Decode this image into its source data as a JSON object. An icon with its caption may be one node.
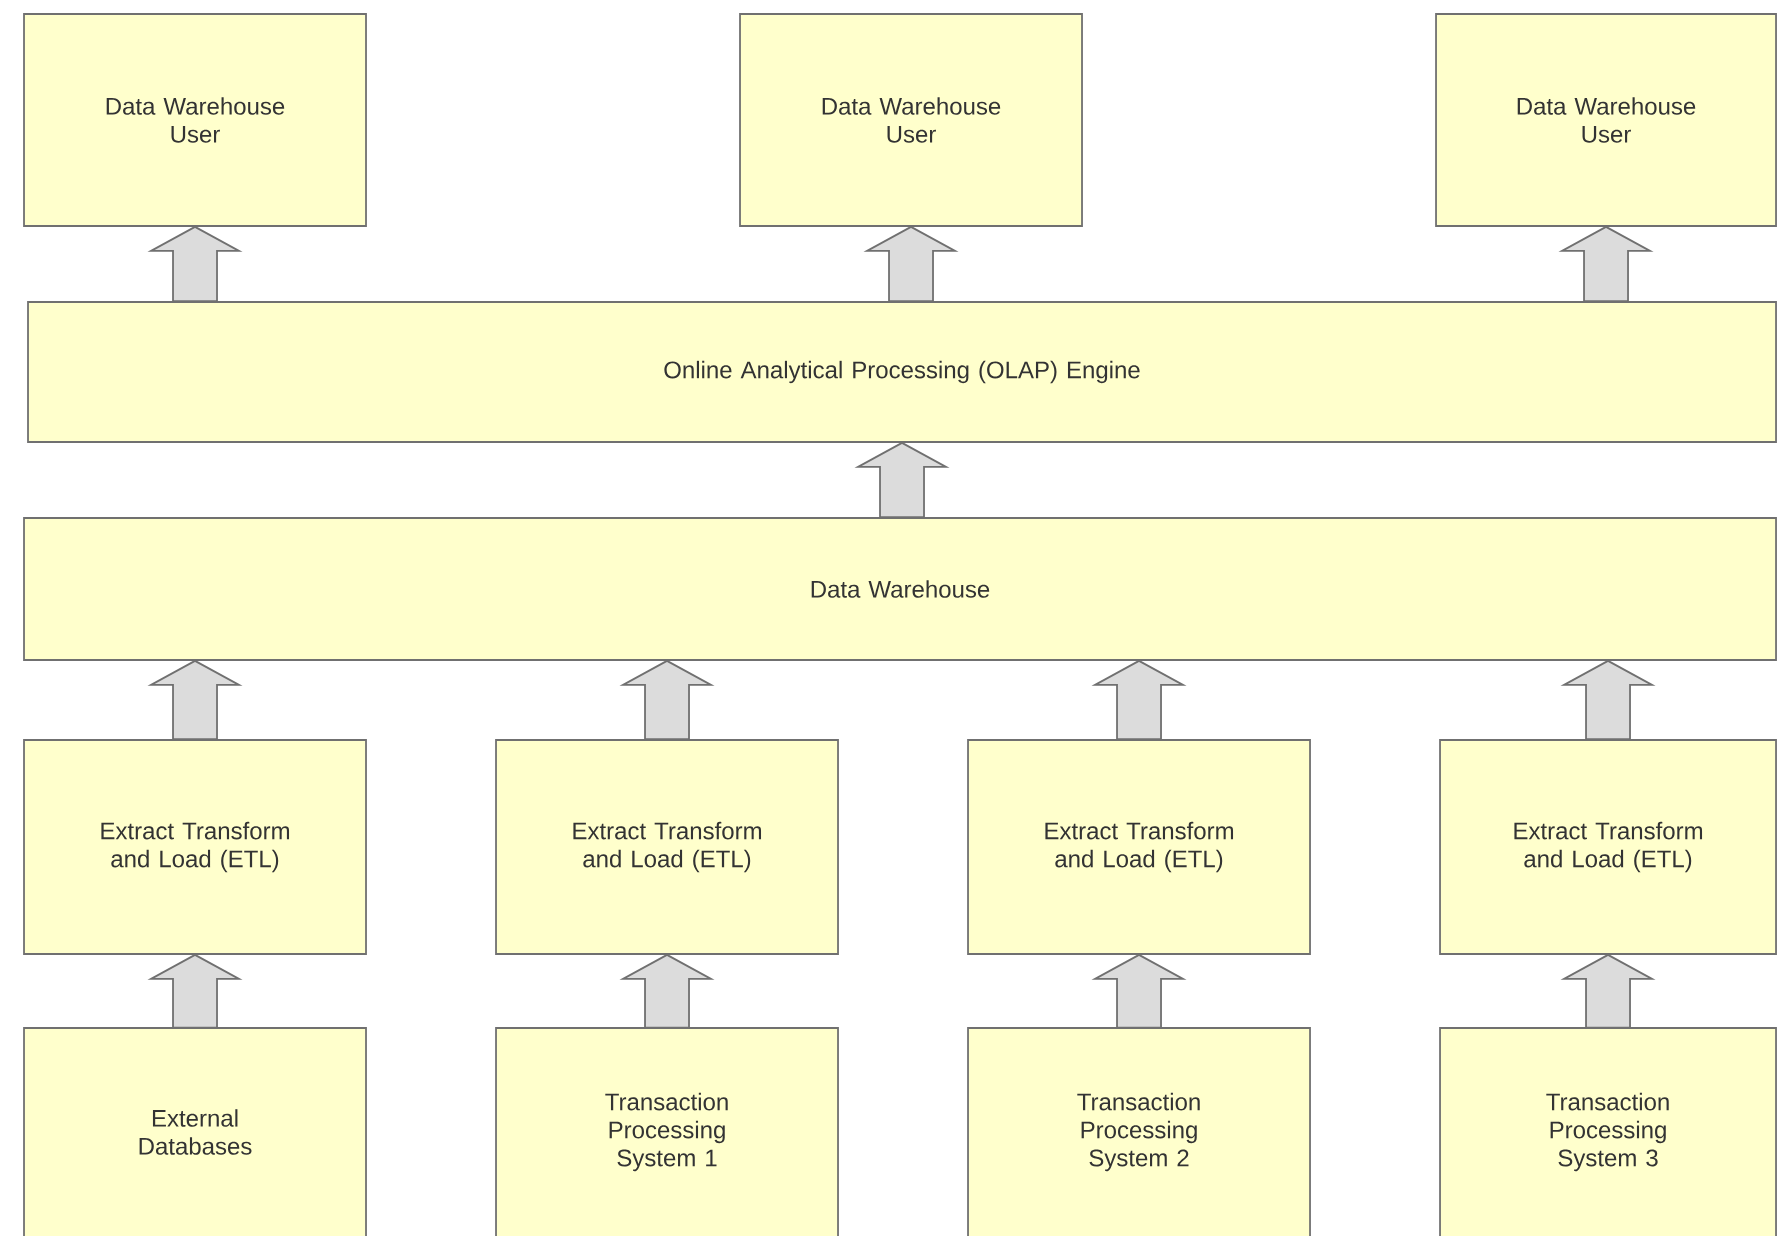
{
  "diagram": {
    "nodes": [
      {
        "text": [
          "Data Warehouse User"
        ]
      },
      {
        "text": [
          "Data Warehouse User"
        ]
      },
      {
        "text": [
          "Data Warehouse User"
        ]
      },
      {
        "text": [
          "Online Analytical Processing (OLAP) Engine"
        ]
      },
      {
        "text": [
          "Data Warehouse"
        ]
      },
      {
        "text": [
          "Extract Transform and Load (ETL)"
        ]
      },
      {
        "text": [
          "Extract Transform and Load (ETL)"
        ]
      },
      {
        "text": [
          "Extract Transform and Load (ETL)"
        ]
      },
      {
        "text": [
          "Extract Transform and Load (ETL)"
        ]
      },
      {
        "text": [
          "External Databases"
        ]
      },
      {
        "text": [
          "Transaction Processing System 1"
        ]
      },
      {
        "text": [
          "Transaction Processing System 2"
        ]
      },
      {
        "text": [
          "Transaction Processing System 3"
        ]
      }
    ],
    "edges": [
      {
        "from": 3,
        "to": 0,
        "arrow": "to"
      },
      {
        "from": 3,
        "to": 1,
        "arrow": "to"
      },
      {
        "from": 3,
        "to": 2,
        "arrow": "to"
      },
      {
        "from": 4,
        "to": 3,
        "arrow": "to"
      },
      {
        "from": 5,
        "to": 4,
        "arrow": "to"
      },
      {
        "from": 6,
        "to": 4,
        "arrow": "to"
      },
      {
        "from": 7,
        "to": 4,
        "arrow": "to"
      },
      {
        "from": 8,
        "to": 4,
        "arrow": "to"
      },
      {
        "from": 9,
        "to": 5,
        "arrow": "to"
      },
      {
        "from": 10,
        "to": 6,
        "arrow": "to"
      },
      {
        "from": 11,
        "to": 7,
        "arrow": "to"
      },
      {
        "from": 12,
        "to": 8,
        "arrow": "to"
      }
    ]
  }
}
